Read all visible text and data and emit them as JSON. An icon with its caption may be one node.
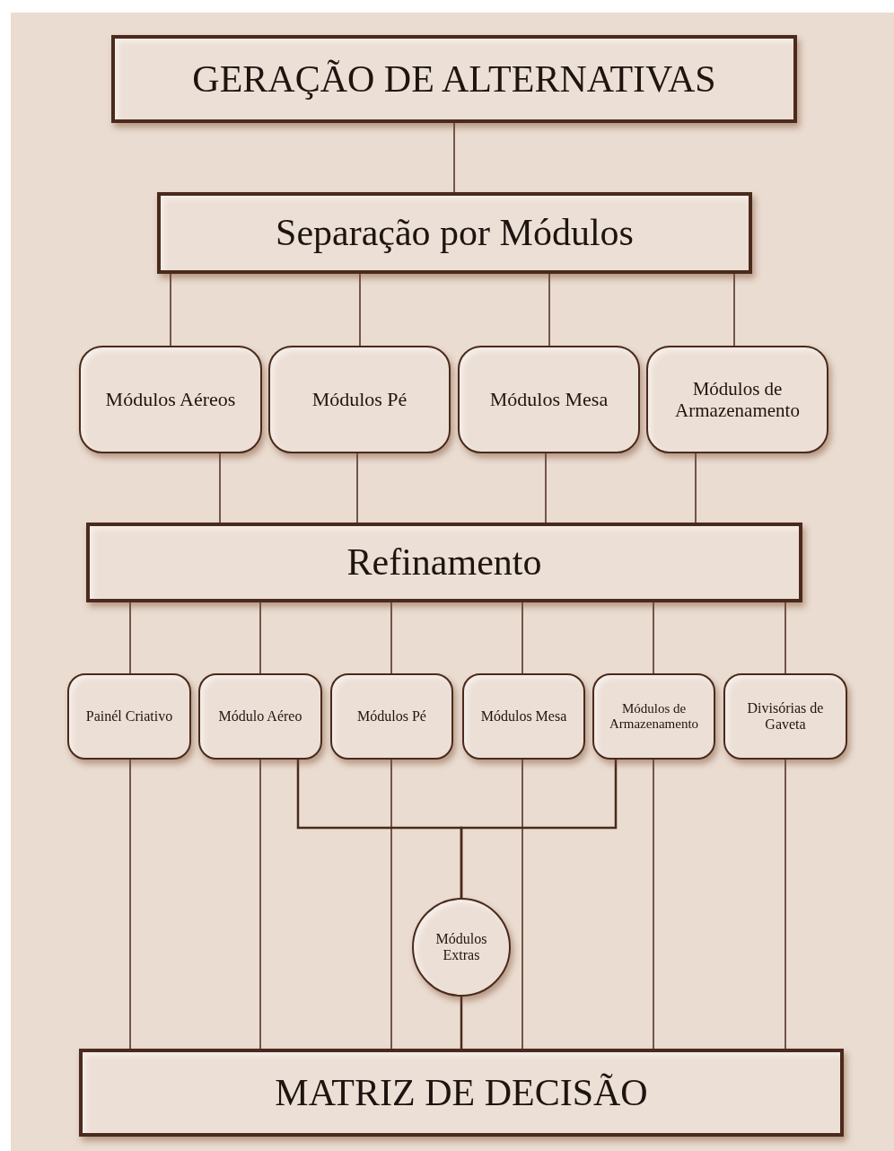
{
  "diagram": {
    "nodes": [
      {
        "text": [
          "GERAÇÃO DE ALTERNATIVAS"
        ]
      },
      {
        "text": [
          "Separação por Módulos"
        ]
      },
      {
        "text": [
          "Módulos Aéreos"
        ]
      },
      {
        "text": [
          "Módulos Pé"
        ]
      },
      {
        "text": [
          "Módulos Mesa"
        ]
      },
      {
        "text": [
          "Módulos de Armazenamento"
        ]
      },
      {
        "text": [
          "Refinamento"
        ]
      },
      {
        "text": [
          "Painél Criativo"
        ]
      },
      {
        "text": [
          "Módulo Aéreo"
        ]
      },
      {
        "text": [
          "Módulos Pé"
        ]
      },
      {
        "text": [
          "Módulos Mesa"
        ]
      },
      {
        "text": [
          "Módulos de Armazenamento"
        ]
      },
      {
        "text": [
          "Divisórias de Gaveta"
        ]
      },
      {
        "text": [
          "Módulos Extras"
        ]
      },
      {
        "text": [
          "MATRIZ DE DECISÃO"
        ]
      }
    ],
    "edges": [
      {
        "from": 0,
        "to": 1,
        "arrow": "none"
      },
      {
        "from": 1,
        "to": 2,
        "arrow": "none"
      },
      {
        "from": 1,
        "to": 3,
        "arrow": "none"
      },
      {
        "from": 1,
        "to": 4,
        "arrow": "none"
      },
      {
        "from": 1,
        "to": 5,
        "arrow": "none"
      },
      {
        "from": 2,
        "to": 6,
        "arrow": "none"
      },
      {
        "from": 3,
        "to": 6,
        "arrow": "none"
      },
      {
        "from": 4,
        "to": 6,
        "arrow": "none"
      },
      {
        "from": 5,
        "to": 6,
        "arrow": "none"
      },
      {
        "from": 6,
        "to": 7,
        "arrow": "none"
      },
      {
        "from": 6,
        "to": 8,
        "arrow": "none"
      },
      {
        "from": 6,
        "to": 9,
        "arrow": "none"
      },
      {
        "from": 6,
        "to": 10,
        "arrow": "none"
      },
      {
        "from": 6,
        "to": 11,
        "arrow": "none"
      },
      {
        "from": 6,
        "to": 12,
        "arrow": "none"
      },
      {
        "from": 7,
        "to": 14,
        "arrow": "none"
      },
      {
        "from": 8,
        "to": 14,
        "arrow": "none"
      },
      {
        "from": 9,
        "to": 14,
        "arrow": "none"
      },
      {
        "from": 10,
        "to": 14,
        "arrow": "none"
      },
      {
        "from": 11,
        "to": 14,
        "arrow": "none"
      },
      {
        "from": 12,
        "to": 14,
        "arrow": "none"
      },
      {
        "from": 8,
        "to": 13,
        "arrow": "none"
      },
      {
        "from": 11,
        "to": 13,
        "arrow": "none"
      },
      {
        "from": 13,
        "to": 14,
        "arrow": "none"
      }
    ]
  }
}
